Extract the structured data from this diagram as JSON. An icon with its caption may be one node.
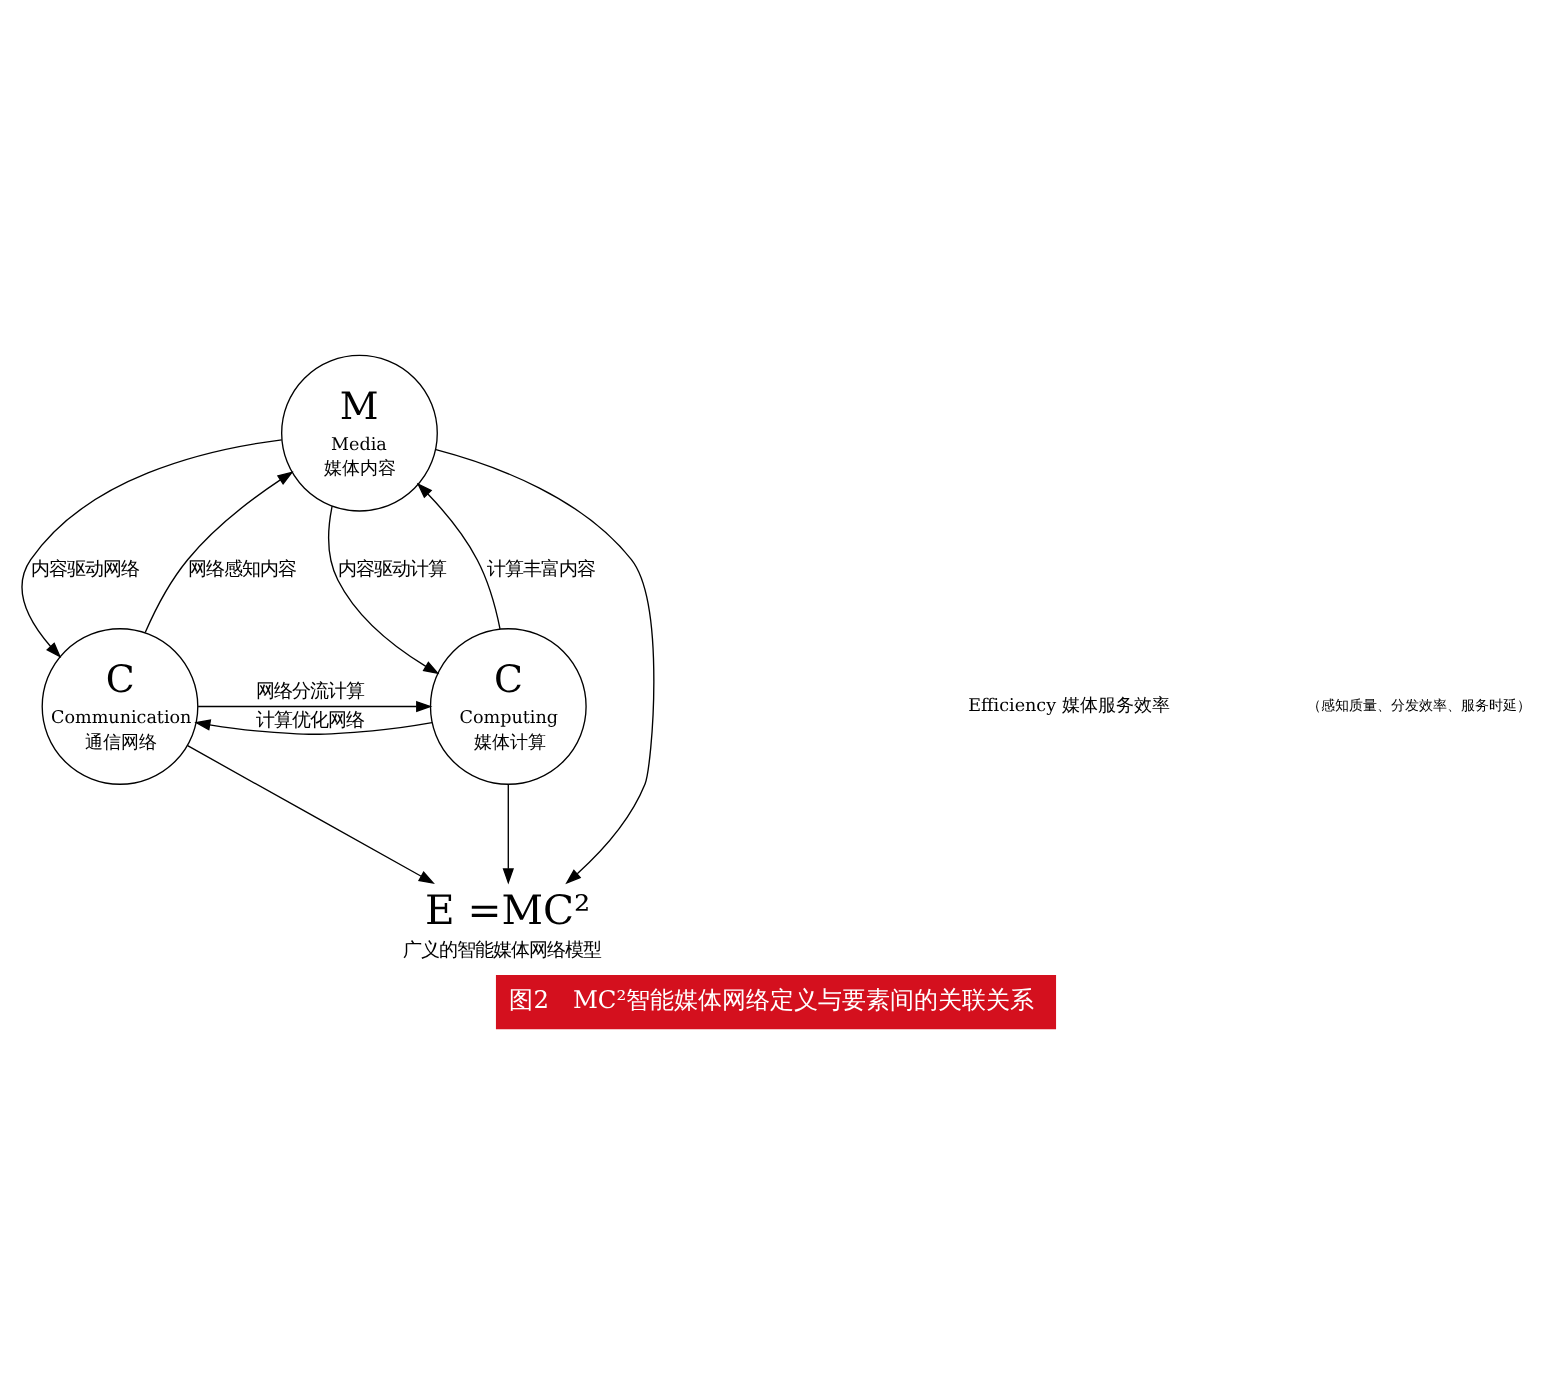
{
  "diagram": {
    "caption": "图2　MC²智能媒体网络定义与要素间的关联关系",
    "nodes": [
      {
        "text": [
          "M",
          "Media",
          "媒体内容"
        ]
      },
      {
        "text": [
          "C",
          "Communication",
          "通信网络"
        ]
      },
      {
        "text": [
          "C",
          "Computing",
          "媒体计算"
        ]
      },
      {
        "text": [
          "E =MC²",
          "广义的智能媒体网络模型"
        ]
      }
    ],
    "edges": [
      {
        "from": 1,
        "to": 0,
        "arrow": "to",
        "label": "网络感知内容"
      },
      {
        "from": 0,
        "to": 1,
        "arrow": "to",
        "label": "内容驱动网络"
      },
      {
        "from": 0,
        "to": 2,
        "arrow": "to",
        "label": "内容驱动计算"
      },
      {
        "from": 2,
        "to": 0,
        "arrow": "to",
        "label": "计算丰富内容"
      },
      {
        "from": 0,
        "to": 3,
        "arrow": "to"
      },
      {
        "from": 1,
        "to": 3,
        "arrow": "to"
      },
      {
        "from": 2,
        "to": 3,
        "arrow": "to"
      },
      {
        "from": 1,
        "to": 2,
        "arrow": "to",
        "label": "网络分流计算"
      },
      {
        "from": 2,
        "to": 1,
        "arrow": "to",
        "label": "计算优化网络"
      }
    ],
    "labels": [
      "Efficiency 媒体服务效率",
      "（感知质量、分发效率、服务时延）"
    ]
  }
}
